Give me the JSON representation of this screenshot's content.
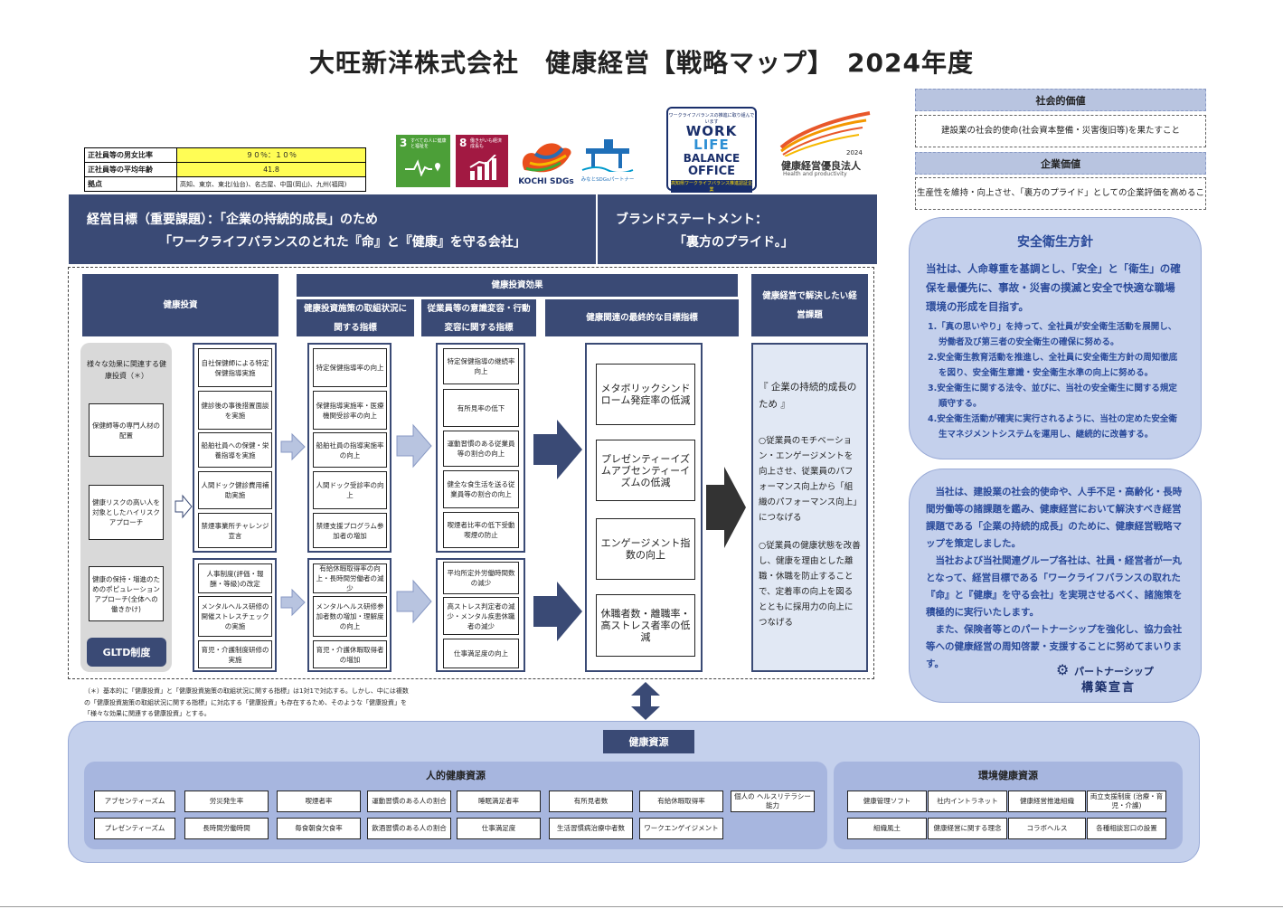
{
  "title": "大旺新洋株式会社　健康経営【戦略マップ】　2024年度",
  "stats": [
    {
      "label": "正社員等の男女比率",
      "value": "９０％：１０％"
    },
    {
      "label": "正社員等の平均年齢",
      "value": "41.8"
    },
    {
      "label": "拠点",
      "value": "高知、東京、東北(仙台)、名古屋、中国(岡山)、九州(福岡)"
    }
  ],
  "logos": {
    "sdg3_num": "3",
    "sdg3_text": "すべての人に健康と福祉を",
    "sdg8_num": "8",
    "sdg8_text": "働きがいも経済成長も",
    "kochi": "KOCHI SDGs",
    "minato": "みなとSDGsパートナー",
    "wlb_top": "ワークライフバランスの推進に取り組んでいます",
    "wlb_lines": [
      "WORK",
      "LIFE",
      "BALANCE",
      "OFFICE"
    ],
    "wlb_bottom": "高知県ワークライフバランス推進認証企業",
    "kenko_year": "2024",
    "kenko_main": "健康経営優良法人",
    "kenko_sub": "Health and productivity"
  },
  "banner": {
    "goal1": "経営目標（重要課題）：「企業の持続的成長」のため",
    "goal2": "「ワークライフバランスのとれた『命』と『健康』を守る会社」",
    "brand1": "ブランドステートメント：",
    "brand2": "「裏方のプライド。」"
  },
  "values": {
    "social_h": "社会的価値",
    "social_b": "建設業の社会的使命(社会資本整備・災害復旧等)を果たすこと",
    "corp_h": "企業価値",
    "corp_b": "生産性を維持・向上させ、「裏方のプライド」としての企業評価を高めること"
  },
  "policy": {
    "title": "安全衛生方針",
    "intro": "当社は、人命尊重を基調とし、「安全」と「衛生」の確保を最優先に、事故・災害の撲滅と安全で快適な職場環境の形成を目指す。",
    "items": [
      "1.「真の思いやり」を持って、全社員が安全衛生活動を展開し、労働者及び第三者の安全衛生の確保に努める。",
      "2.安全衛生教育活動を推進し、全社員に安全衛生方針の周知徹底を図り、安全衛生意識・安全衛生水準の向上に努める。",
      "3.安全衛生に関する法令、並びに、当社の安全衛生に関する規定順守する。",
      "4.安全衛生活動が確実に実行されるように、当社の定めた安全衛生マネジメントシステムを運用し、継続的に改善する。"
    ]
  },
  "statement": {
    "p1": "当社は、建設業の社会的使命や、人手不足・高齢化・長時間労働等の諸課題を鑑み、健康経営において解決すべき経営課題である「企業の持続的成長」のために、健康経営戦略マップを策定しました。",
    "p2": "当社および当社関連グループ各社は、社員・経営者が一丸となって、経営目標である「ワークライフバランスの取れた『命』と『健康』を守る会社」を実現させるべく、諸施策を積極的に実行いたします。",
    "p3": "また、保険者等とのパートナーシップを強化し、協力会社等への健康経営の周知啓蒙・支援することに努めてまいります。",
    "partner1": "パートナーシップ",
    "partner2": "構築宣言"
  },
  "map": {
    "h_invest": "健康投資",
    "h_effect": "健康投資効果",
    "h_measure": "健康投資施策の取組状況に関する指標",
    "h_aware": "従業員等の意識変容・行動変容に関する指標",
    "h_final": "健康関連の最終的な目標指標",
    "h_issue": "健康経営で解決したい経営課題",
    "invest_label": "様々な効果に関連する健康投資（＊）",
    "invest_items": [
      "保健師等の専門人材の配置",
      "健康リスクの高い人を対象としたハイリスクアプローチ",
      "健康の保持・増進のためのポピュレーションアプローチ(全体への働きかけ)"
    ],
    "gltd": "GLTD制度",
    "col1a": [
      "自社保健師による特定保健指導実施",
      "健診後の事後措置面談を実施",
      "船舶社員への保健・栄養指導を実施",
      "人間ドック健診費用補助実施",
      "禁煙事業所チャレンジ宣言"
    ],
    "col1b": [
      "人事制度(評価・報酬・等級)の改定",
      "メンタルヘルス研修の開催ストレスチェックの実施",
      "育児・介護制度研修の実施"
    ],
    "col2a": [
      "特定保健指導率の向上",
      "保健指導実施率・医療機関受診率の向上",
      "船舶社員の指導実施率の向上",
      "人間ドック受診率の向上",
      "禁煙支援プログラム参加者の増加"
    ],
    "col2b": [
      "有給休暇取得率の向上・長時間労働者の減少",
      "メンタルヘルス研修参加者数の増加・理解度の向上",
      "育児・介護休暇取得者の増加"
    ],
    "col3a": [
      "特定保健指導の継続率向上",
      "有所見率の低下",
      "運動習慣のある従業員等の割合の向上",
      "健全な食生活を送る従業員等の割合の向上",
      "喫煙者比率の低下受動喫煙の防止"
    ],
    "col3b": [
      "平均所定外労働時間数の減少",
      "高ストレス判定者の減少・メンタル疾患休職者の減少",
      "仕事満足度の向上"
    ],
    "finals": [
      "メタボリックシンドローム発症率の低減",
      "プレゼンティーイズムアブセンティーイズムの低減",
      "エンゲージメント指数の向上",
      "休職者数・離職率・高ストレス者率の低減"
    ],
    "issue_title": "『 企業の持続的成長のため 』",
    "issue_p1": "○従業員のモチベーション・エンゲージメントを向上させ、従業員のパフォーマンス向上から「組織のパフォーマンス向上」につなげる",
    "issue_p2": "○従業員の健康状態を改善し、健康を理由とした離職・休職を防止することで、定着率の向上を図るとともに採用力の向上につなげる"
  },
  "note": [
    "（＊）基本的に「健康投資」と「健康投資施策の取組状況に関する指標」は1対1で対応する。しかし、中には複数",
    "の「健康投資施策の取組状況に関する指標」に対応する「健康投資」も存在するため、そのような「健康投資」を",
    "「様々な効果に関連する健康投資」とする。"
  ],
  "resources": {
    "title": "健康資源",
    "human": "人的健康資源",
    "env": "環境健康資源",
    "human_row1": [
      "アブセンティーズム",
      "労災発生率",
      "喫煙者率",
      "運動習慣のある人の割合",
      "睡眠満足者率",
      "有所見者数",
      "有給休暇取得率",
      "個人の ヘルスリテラシー能力"
    ],
    "human_row2": [
      "プレゼンティーズム",
      "長時間労働時間",
      "毎食朝食欠食率",
      "飲酒習慣のある人の割合",
      "仕事満足度",
      "生活習慣病治療中者数",
      "ワークエンゲイジメント"
    ],
    "env_row1": [
      "健康管理ソフト",
      "社内イントラネット",
      "健康経営推進組織",
      "両立支援制度 (治療・育児・介護)"
    ],
    "env_row2": [
      "組織風土",
      "健康経営に関する理念",
      "コラボヘルス",
      "各種相談窓口の設置"
    ]
  }
}
